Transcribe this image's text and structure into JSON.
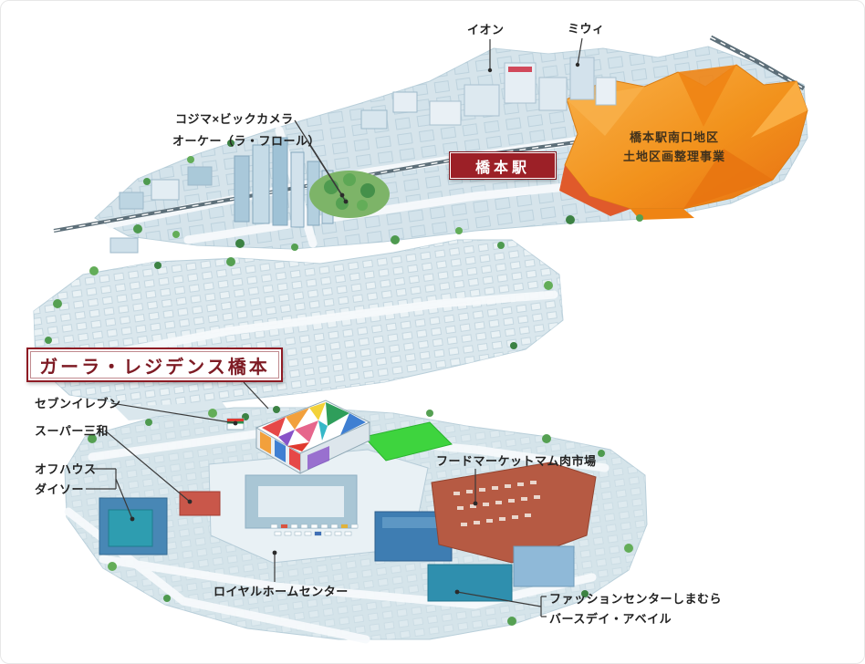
{
  "map": {
    "station_badge": "橋本駅",
    "zone": {
      "line1": "橋本駅南口地区",
      "line2": "土地区画整理事業"
    },
    "property_label": "ガーラ・レジデンス橋本",
    "landmarks": [
      {
        "id": "aeon",
        "label": "イオン"
      },
      {
        "id": "miwi",
        "label": "ミウィ"
      },
      {
        "id": "kojima-biccamera",
        "label": "コジマ×ビックカメラ"
      },
      {
        "id": "ok-la-flore",
        "label": "オーケー（ラ・フロール）"
      },
      {
        "id": "seven-eleven",
        "label": "セブンイレブン"
      },
      {
        "id": "super-sanwa",
        "label": "スーパー三和"
      },
      {
        "id": "off-house",
        "label": "オフハウス"
      },
      {
        "id": "daiso",
        "label": "ダイソー"
      },
      {
        "id": "food-market-mam",
        "label": "フードマーケットマム肉市場"
      },
      {
        "id": "royal-home-center",
        "label": "ロイヤルホームセンター"
      },
      {
        "id": "shimamura",
        "label": "ファッションセンターしまむら"
      },
      {
        "id": "birthday-avail",
        "label": "バースデイ・アベイル"
      }
    ],
    "colors": {
      "accent_red": "#8e1b24",
      "station_badge_bg": "#9c2027",
      "zone_orange": "#f2921c",
      "map_base_blue": "#d6e4eb",
      "park_green": "#4e9a4f",
      "field_green": "#3ed43e"
    }
  }
}
